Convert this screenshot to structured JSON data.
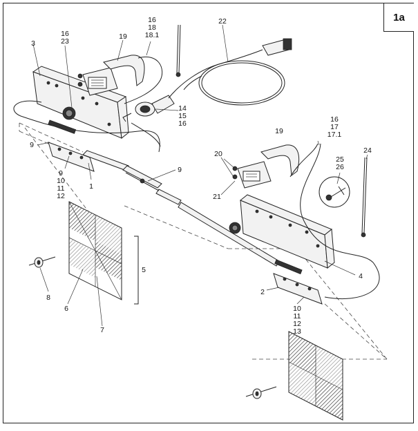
{
  "figure": {
    "badge": "1a"
  },
  "callouts": [
    {
      "id": "c3",
      "text": "3"
    },
    {
      "id": "c16a",
      "text": "16\n23"
    },
    {
      "id": "c19a",
      "text": "19"
    },
    {
      "id": "c16b",
      "text": "16\n18\n18.1"
    },
    {
      "id": "c22",
      "text": "22"
    },
    {
      "id": "c14",
      "text": "14\n15\n16"
    },
    {
      "id": "c9a",
      "text": "9"
    },
    {
      "id": "c9b",
      "text": "9\n10\n11\n12"
    },
    {
      "id": "c1",
      "text": "1"
    },
    {
      "id": "c9c",
      "text": "9"
    },
    {
      "id": "c16c",
      "text": "16\n17\n17.1"
    },
    {
      "id": "c19b",
      "text": "19"
    },
    {
      "id": "c20",
      "text": "20"
    },
    {
      "id": "c21",
      "text": "21"
    },
    {
      "id": "c25",
      "text": "25\n26"
    },
    {
      "id": "c24",
      "text": "24"
    },
    {
      "id": "c5",
      "text": "5"
    },
    {
      "id": "c8",
      "text": "8"
    },
    {
      "id": "c6",
      "text": "6"
    },
    {
      "id": "c7",
      "text": "7"
    },
    {
      "id": "c4",
      "text": "4"
    },
    {
      "id": "c2",
      "text": "2"
    },
    {
      "id": "c10",
      "text": "10\n11\n12\n13"
    }
  ]
}
